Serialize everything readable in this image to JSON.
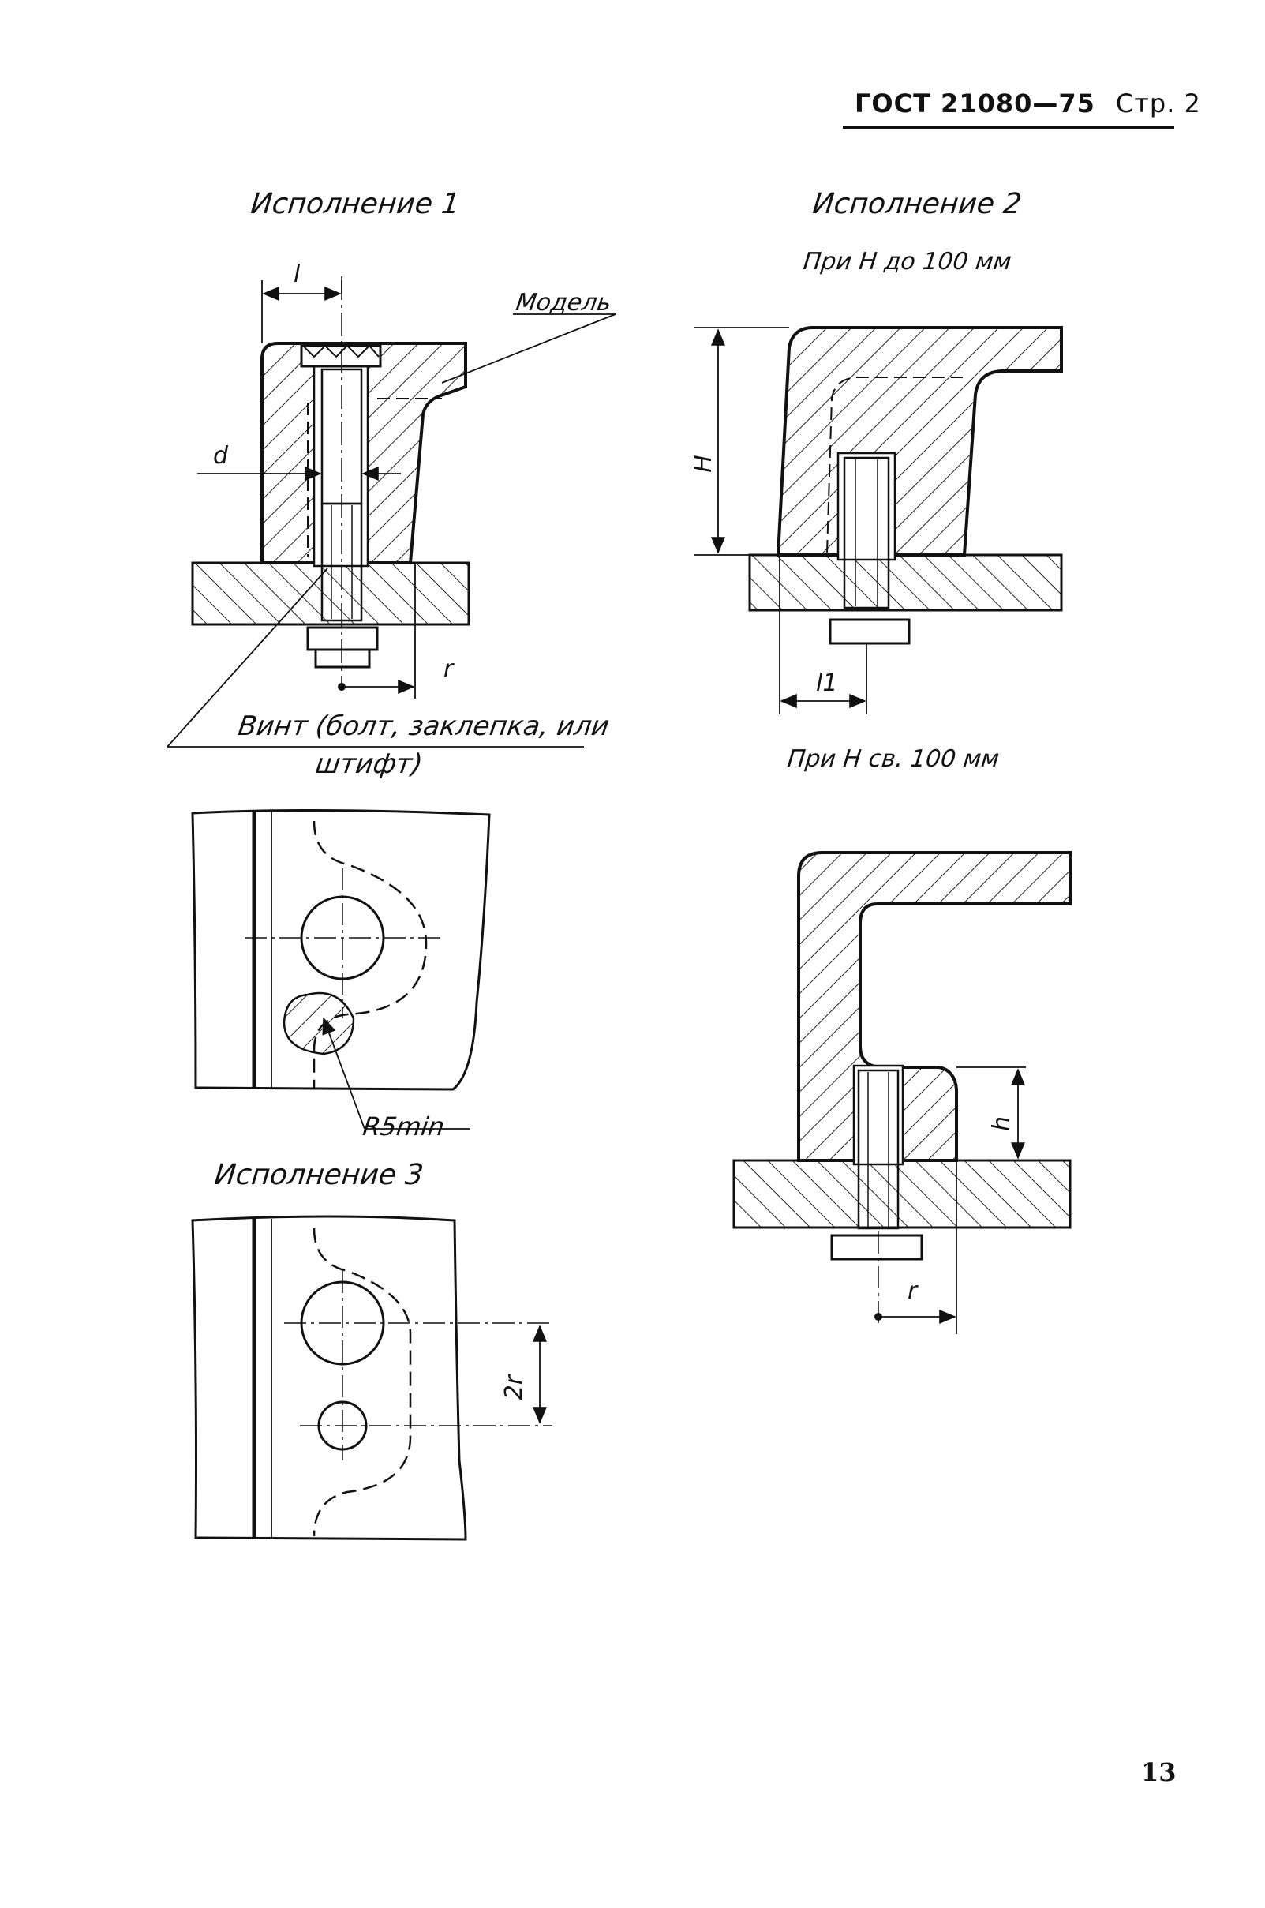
{
  "header": {
    "standard": "ГОСТ 21080—75",
    "page": "Стр. 2"
  },
  "variants": {
    "v1": {
      "title": "Исполнение 1",
      "model_label": "Модель",
      "screw_label_line1": "Винт (болт, заклепка, или",
      "screw_label_line2": "штифт)",
      "dim_l": "l",
      "dim_d": "d",
      "dim_r": "r",
      "radius_label": "R5min"
    },
    "v2": {
      "title": "Исполнение 2",
      "case_small": "При H до 100 мм",
      "case_large": "При H св. 100 мм",
      "dim_H": "H",
      "dim_l1": "l1",
      "dim_h": "h",
      "dim_r": "r"
    },
    "v3": {
      "title": "Исполнение 3",
      "dim_2r": "2r"
    }
  },
  "footer": {
    "page_number": "13"
  }
}
